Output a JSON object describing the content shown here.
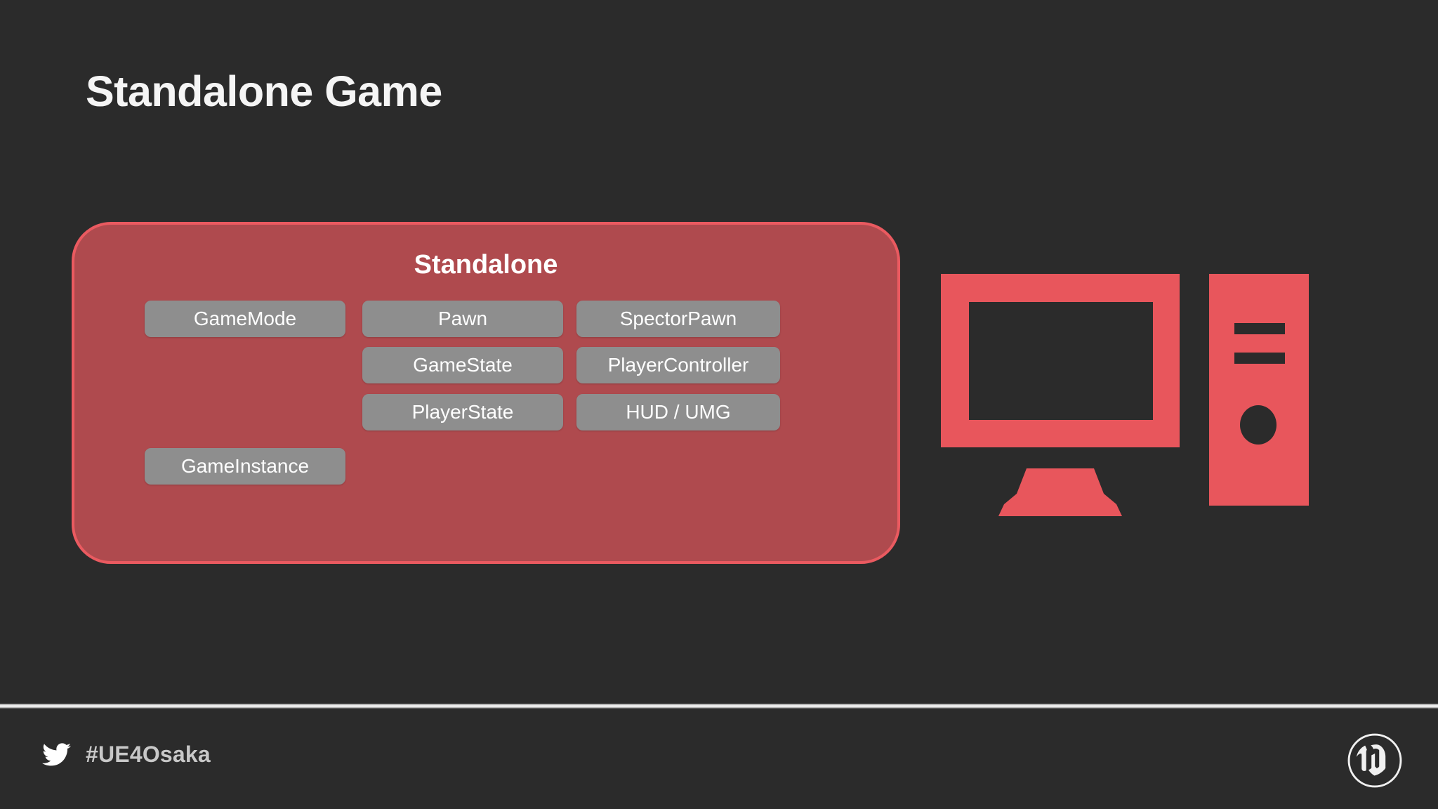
{
  "slide": {
    "title": "Standalone Game",
    "background_color": "#2b2b2b"
  },
  "panel": {
    "title": "Standalone",
    "fill_color": "#af4a4e",
    "border_color": "#ea5a60",
    "chip_color": "#8e8e8e",
    "columns": [
      {
        "name": "left-column",
        "chips": [
          {
            "label": "GameMode",
            "row": 1
          },
          {
            "label": "GameInstance",
            "row": 4
          }
        ]
      },
      {
        "name": "middle-column",
        "chips": [
          {
            "label": "Pawn",
            "row": 1
          },
          {
            "label": "GameState",
            "row": 2
          },
          {
            "label": "PlayerState",
            "row": 3
          }
        ]
      },
      {
        "name": "right-column",
        "chips": [
          {
            "label": "SpectorPawn",
            "row": 1
          },
          {
            "label": "PlayerController",
            "row": 2
          },
          {
            "label": "HUD / UMG",
            "row": 3
          }
        ]
      }
    ]
  },
  "illustration": {
    "name": "desktop-computer-icon",
    "color": "#e8565c",
    "screen_color": "#2b2b2b"
  },
  "footer": {
    "handle": "#UE4Osaka",
    "twitter_icon": "twitter-bird-icon",
    "logo_icon": "unreal-engine-logo-icon",
    "handle_color": "#c8c8c8"
  }
}
